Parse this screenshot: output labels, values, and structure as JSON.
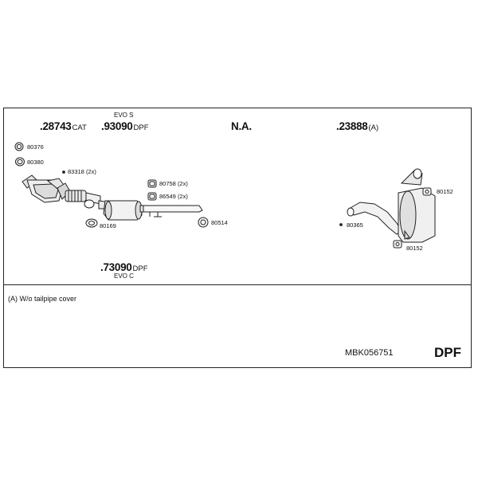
{
  "groups": [
    {
      "pn": ".28743",
      "suffix": "CAT"
    },
    {
      "pn": ".93090",
      "suffix": "DPF",
      "variant": "EVO S"
    },
    {
      "pn": "N.A.",
      "suffix": ""
    },
    {
      "pn": ".23888",
      "suffix": "(A)"
    },
    {
      "pn": ".73090",
      "suffix": "DPF",
      "variant": "EVO C"
    }
  ],
  "parts": [
    {
      "label": "80376"
    },
    {
      "label": "80380"
    },
    {
      "label": "83318 (2x)"
    },
    {
      "label": "80758 (2x)"
    },
    {
      "label": "86549 (2x)"
    },
    {
      "label": "80169"
    },
    {
      "label": "80514"
    },
    {
      "label": "80365"
    },
    {
      "label": "80152"
    },
    {
      "label": "80152"
    }
  ],
  "note": "(A) W/o tailpipe cover",
  "kit_code": "MBK056751",
  "kit_type": "DPF",
  "colors": {
    "line": "#222222",
    "part_fill": "#f2f2f2",
    "part_dark": "#cfcfcf"
  }
}
